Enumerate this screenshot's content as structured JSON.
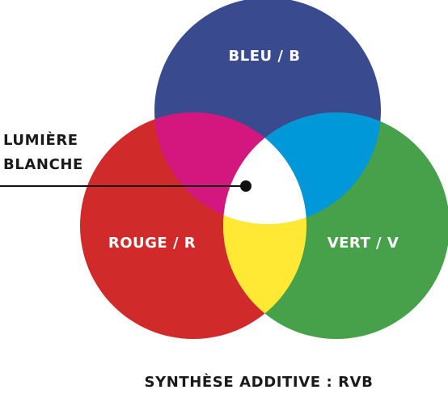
{
  "diagram": {
    "circles": {
      "blue": {
        "label": "BLEU / B",
        "color": "#3a4a8f"
      },
      "red": {
        "label": "ROUGE / R",
        "color": "#d02a2b"
      },
      "green": {
        "label": "VERT / V",
        "color": "#47a04a"
      }
    },
    "overlaps": {
      "red_blue": "#d4177e",
      "blue_green": "#0098d9",
      "red_green": "#ffe934",
      "center": "#ffffff"
    },
    "center_label": {
      "line1": "LUMIÈRE",
      "line2": "BLANCHE"
    },
    "caption": "SYNTHÈSE ADDITIVE : RVB"
  }
}
